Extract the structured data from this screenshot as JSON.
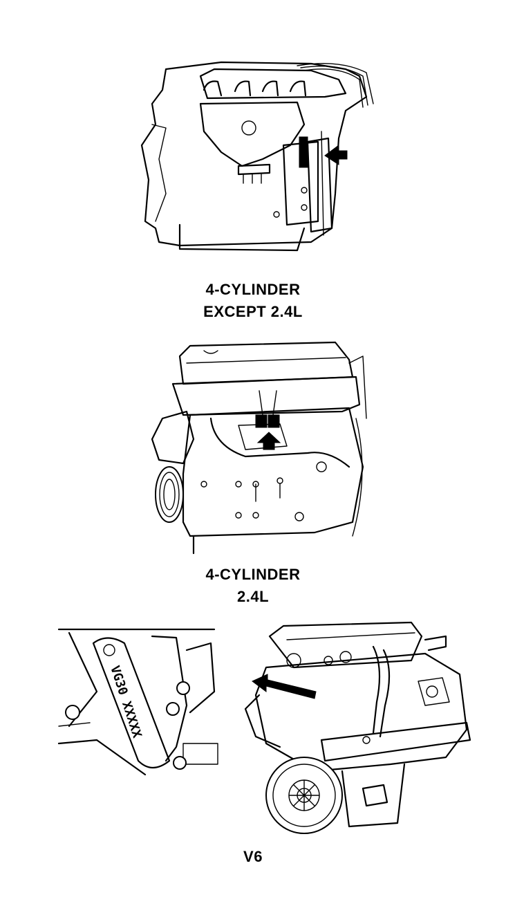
{
  "figures": [
    {
      "id": "4cyl-except-24",
      "caption_lines": [
        "4-CYLINDER",
        "EXCEPT 2.4L"
      ]
    },
    {
      "id": "4cyl-24",
      "caption_lines": [
        "4-CYLINDER",
        "2.4L"
      ]
    },
    {
      "id": "v6",
      "caption_lines": [
        "V6"
      ],
      "stamp_text": "VG30  XXXXX"
    }
  ],
  "colors": {
    "ink": "#000000",
    "paper": "#ffffff"
  },
  "icons": [
    "engine-4cyl-illustration",
    "engine-24l-illustration",
    "engine-v6-illustration",
    "stamp-closeup",
    "pointer-arrow-icon"
  ]
}
